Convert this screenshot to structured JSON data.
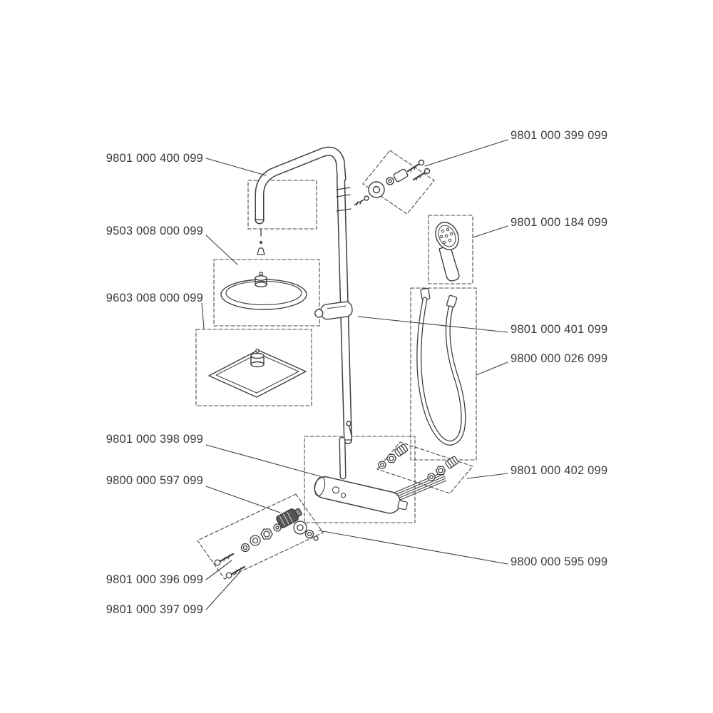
{
  "figure": {
    "kind": "exploded-parts-diagram",
    "background": "#ffffff",
    "line_color": "#3f3f3f",
    "text_color": "#3b3b3b"
  },
  "labels": {
    "shower_arm": "9801 000 400 099",
    "overhead_round": "9503 008 000 099",
    "overhead_square": "9603 008 000 099",
    "body_unit": "9801 000 398 099",
    "cartridge_set": "9800 000 597 099",
    "screw_set_a": "9801 000 396 099",
    "screw_set_b": "9801 000 397 099",
    "wall_bracket_set": "9801 000 399 099",
    "hand_shower": "9801 000 184 099",
    "pipe_holder": "9801 000 401 099",
    "hose": "9800 000 026 099",
    "connector_set": "9801 000 402 099",
    "handle_set": "9800 000 595 099"
  }
}
